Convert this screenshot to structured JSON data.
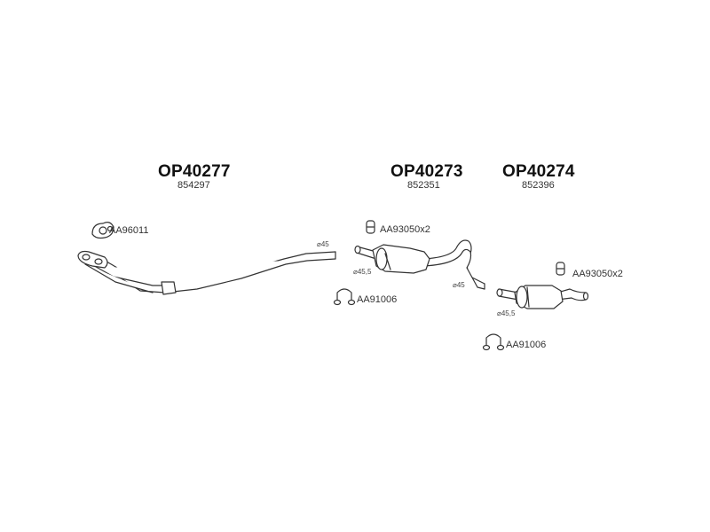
{
  "groups": [
    {
      "part_number": "OP40277",
      "ref": "854297"
    },
    {
      "part_number": "OP40273",
      "ref": "852351"
    },
    {
      "part_number": "OP40274",
      "ref": "852396"
    }
  ],
  "fittings": {
    "gasket": "AA96011",
    "mount_1": "AA93050x2",
    "clamp_1": "AA91006",
    "mount_2": "AA93050x2",
    "clamp_2": "AA91006"
  },
  "diameters": {
    "front_pipe": "⌀45",
    "middle_inlet": "⌀45,5",
    "middle_outlet": "⌀45",
    "rear_inlet": "⌀45,5"
  },
  "colors": {
    "outline": "#333333",
    "fill": "#ffffff"
  }
}
